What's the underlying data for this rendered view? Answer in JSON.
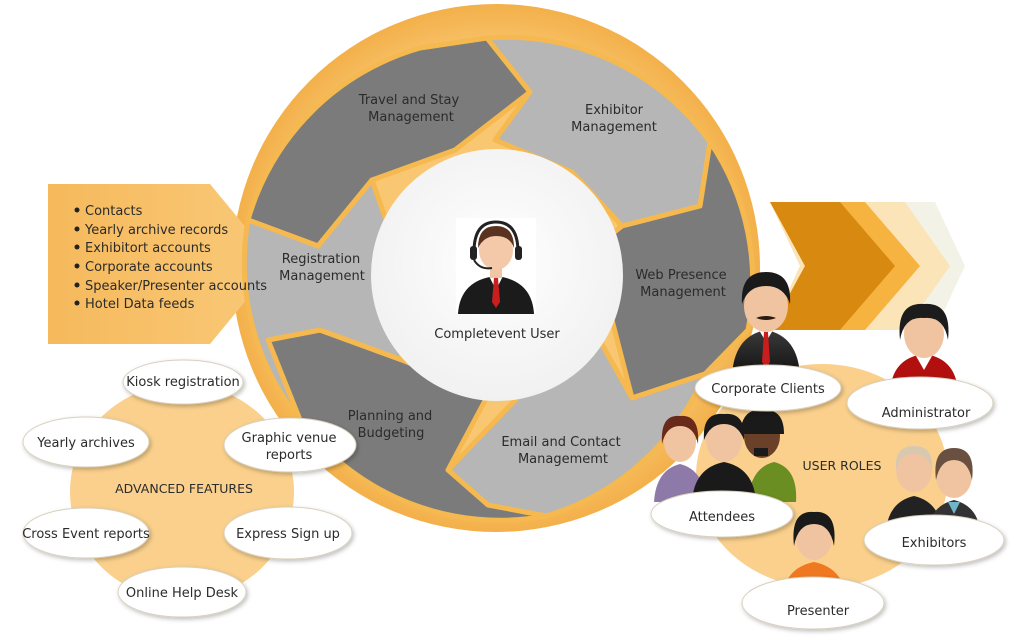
{
  "cycle": {
    "center_label": "Completevent User",
    "segments": [
      {
        "line1": "Travel and Stay",
        "line2": "Management"
      },
      {
        "line1": "Exhibitor",
        "line2": "Management"
      },
      {
        "line1": "Web Presence",
        "line2": "Management"
      },
      {
        "line1": "Email and Contact",
        "line2": "Managememt"
      },
      {
        "line1": "Planning and",
        "line2": "Budgeting"
      },
      {
        "line1": "Registration",
        "line2": "Management"
      }
    ]
  },
  "data_sources": {
    "items": [
      "Contacts",
      "Yearly archive records",
      "Exhibitort accounts",
      "Corporate accounts",
      "Speaker/Presenter accounts",
      "Hotel Data feeds"
    ]
  },
  "advanced_features": {
    "title": "ADVANCED FEATURES",
    "items": [
      "Kiosk registration",
      "Yearly archives",
      "Cross Event reports",
      "Online Help Desk",
      "Express Sign up"
    ],
    "graphic_venue": {
      "line1": "Graphic venue",
      "line2": "reports"
    }
  },
  "user_roles": {
    "title": "USER ROLES",
    "roles": [
      "Corporate Clients",
      "Administrator",
      "Attendees",
      "Exhibitors",
      "Presenter"
    ]
  },
  "colors": {
    "orange": "#f5b94f",
    "orange_light": "#fbd08a",
    "segment_dark": "#7a7a7a",
    "segment_light": "#b5b5b5",
    "arrow_orange": "#f0a020"
  }
}
